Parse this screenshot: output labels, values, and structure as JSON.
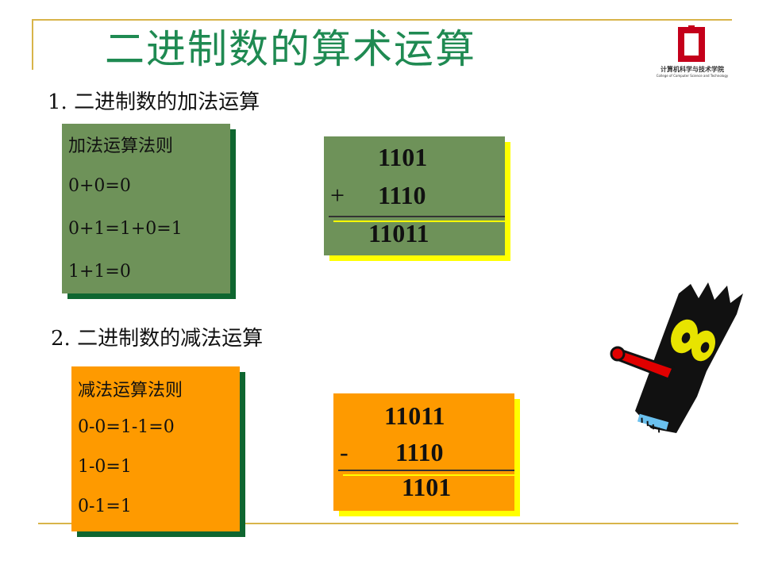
{
  "title": "二进制数的算术运算",
  "logo": {
    "caption_line1": "计算机科学与技术学院",
    "caption_line2": "College of Computer Science and Technology",
    "colors": {
      "primary": "#c4001a"
    }
  },
  "addition": {
    "heading": "1. 二进制数的加法运算",
    "rules_title": "加法运算法则",
    "rules": [
      "0+0=0",
      "0+1=1+0=1",
      "1+1=0"
    ],
    "example": {
      "operand1": "1101",
      "operator": "+",
      "operand2": "1110",
      "result": "11011"
    }
  },
  "subtraction": {
    "heading": "2. 二进制数的减法运算",
    "rules_title": "减法运算法则",
    "rules": [
      "0-0=1-1=0",
      "1-0=1",
      "0-1=1"
    ],
    "example": {
      "operand1": "11011",
      "operator": "-",
      "operand2": "1110",
      "result": "1101"
    }
  },
  "colors": {
    "title": "#1f8a52",
    "frame": "#d8b44a",
    "green_box": "#6e9259",
    "orange_box": "#fe9a00",
    "dark_shadow": "#0f6630",
    "yellow_shadow": "#ffff00"
  },
  "decoration": {
    "icon": "cartoon-character-icon"
  }
}
